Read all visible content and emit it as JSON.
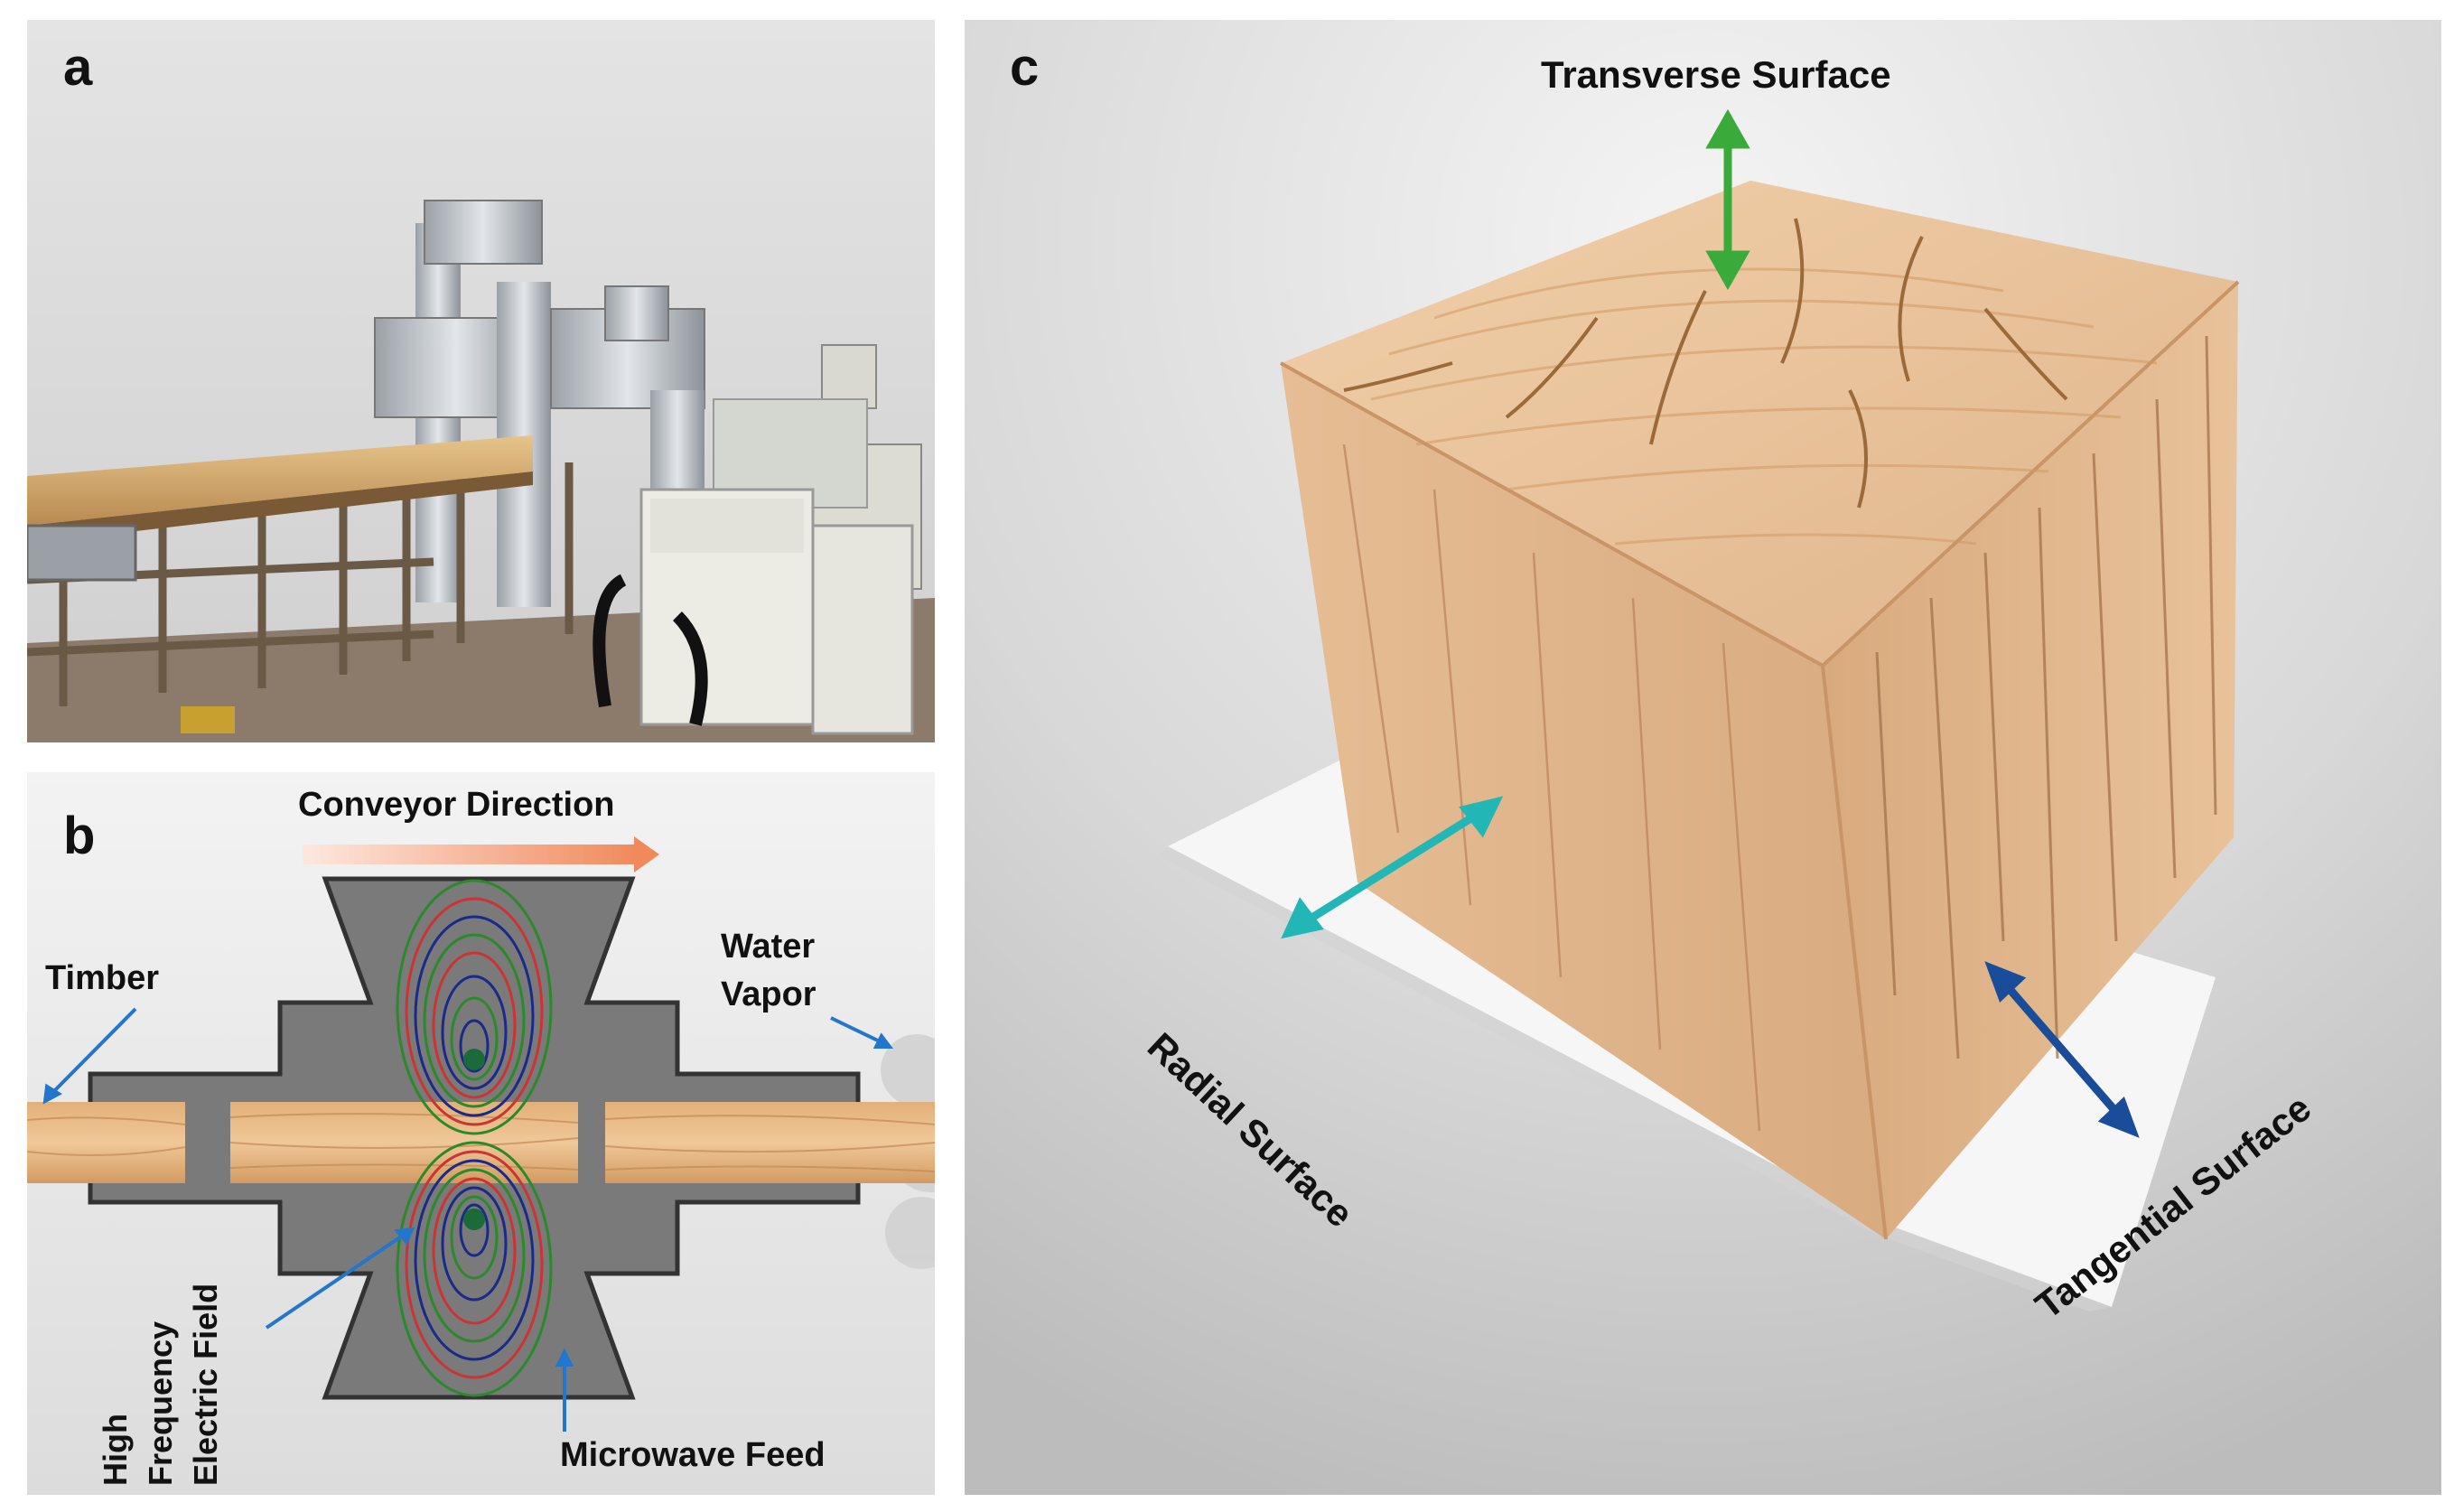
{
  "colors": {
    "wood_light": "#e8c29a",
    "wood_dark": "#c98e5c",
    "chamber_gray": "#7a7a7a",
    "arrow_transverse": "#3aaa3a",
    "arrow_radial": "#22b6b6",
    "arrow_tangential": "#1a4d99",
    "arrow_callout": "#2277cc",
    "conveyor_arrow": "#f08a5d"
  },
  "panel_a": {
    "label": "a",
    "content": "photo-of-microwave-drying-machine"
  },
  "panel_b": {
    "label": "b",
    "conveyor_direction": "Conveyor Direction",
    "timber": "Timber",
    "water_vapor_line1": "Water",
    "water_vapor_line2": "Vapor",
    "hf_line1": "High",
    "hf_line2": "Frequency",
    "hf_line3": "Electric Field",
    "microwave_feed": "Microwave Feed"
  },
  "panel_c": {
    "label": "c",
    "transverse": "Transverse Surface",
    "radial": "Radial Surface",
    "tangential": "Tangential Surface"
  }
}
